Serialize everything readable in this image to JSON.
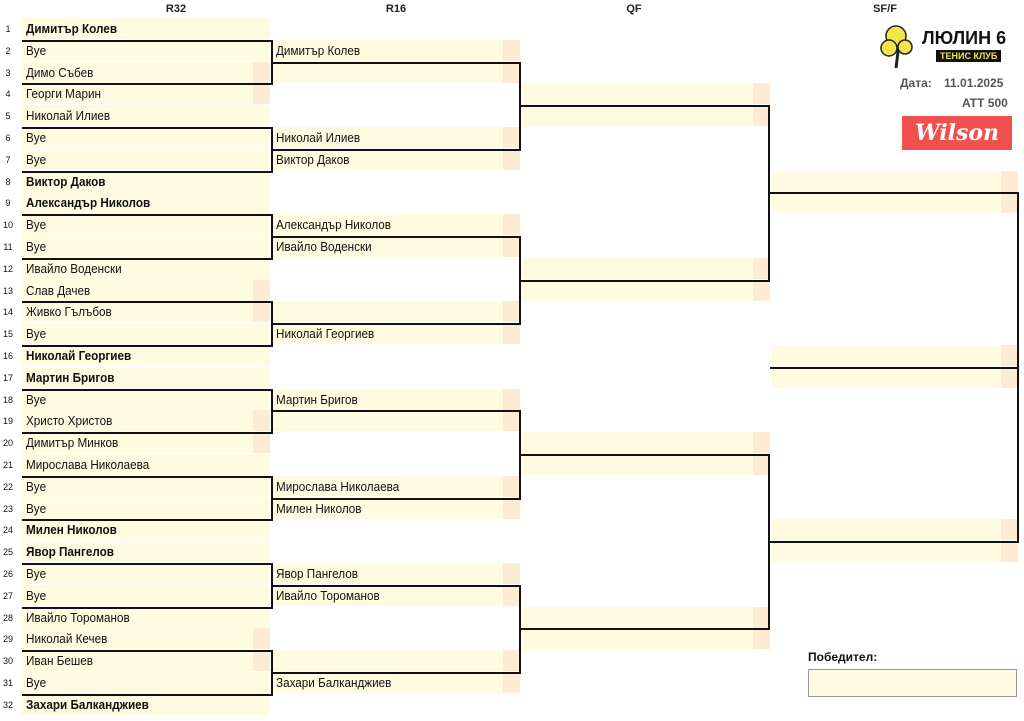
{
  "headers": {
    "r32": "R32",
    "r16": "R16",
    "qf": "QF",
    "sf": "SF/F"
  },
  "r32": [
    {
      "seed": "1",
      "name": "Димитър Колев",
      "bold": true
    },
    {
      "seed": "2",
      "name": "Bye"
    },
    {
      "seed": "3",
      "name": "Димо Събев"
    },
    {
      "seed": "4",
      "name": "Георги Марин"
    },
    {
      "seed": "5",
      "name": "Николай Илиев"
    },
    {
      "seed": "6",
      "name": "Bye"
    },
    {
      "seed": "7",
      "name": "Bye"
    },
    {
      "seed": "8",
      "name": "Виктор Даков",
      "bold": true
    },
    {
      "seed": "9",
      "name": "Александър Николов",
      "bold": true
    },
    {
      "seed": "10",
      "name": "Bye"
    },
    {
      "seed": "11",
      "name": "Bye"
    },
    {
      "seed": "12",
      "name": "Ивайло Воденски"
    },
    {
      "seed": "13",
      "name": "Слав Дачев"
    },
    {
      "seed": "14",
      "name": "Живко Гълъбов"
    },
    {
      "seed": "15",
      "name": "Bye"
    },
    {
      "seed": "16",
      "name": "Николай Георгиев",
      "bold": true
    },
    {
      "seed": "17",
      "name": "Мартин Бригов",
      "bold": true
    },
    {
      "seed": "18",
      "name": "Bye"
    },
    {
      "seed": "19",
      "name": "Христо Христов"
    },
    {
      "seed": "20",
      "name": "Димитър Минков"
    },
    {
      "seed": "21",
      "name": "Мирослава Николаева"
    },
    {
      "seed": "22",
      "name": "Bye"
    },
    {
      "seed": "23",
      "name": "Bye"
    },
    {
      "seed": "24",
      "name": "Милен Николов",
      "bold": true
    },
    {
      "seed": "25",
      "name": "Явор Пангелов",
      "bold": true
    },
    {
      "seed": "26",
      "name": "Bye"
    },
    {
      "seed": "27",
      "name": "Bye"
    },
    {
      "seed": "28",
      "name": "Ивайло Тороманов"
    },
    {
      "seed": "29",
      "name": "Николай Кечев"
    },
    {
      "seed": "30",
      "name": "Иван Бешев"
    },
    {
      "seed": "31",
      "name": "Bye"
    },
    {
      "seed": "32",
      "name": "Захари Балканджиев",
      "bold": true
    }
  ],
  "r16": [
    "Димитър Колев",
    "",
    "Николай Илиев",
    "Виктор Даков",
    "Александър Николов",
    "Ивайло Воденски",
    "",
    "Николай Георгиев",
    "Мартин Бригов",
    "",
    "Мирослава Николаева",
    "Милен Николов",
    "Явор Пангелов",
    "Ивайло Тороманов",
    "",
    "Захари Балканджиев"
  ],
  "qf": [
    "",
    "",
    "",
    "",
    "",
    "",
    "",
    ""
  ],
  "sf": [
    "",
    "",
    "",
    "",
    "",
    ""
  ],
  "club": {
    "name": "ЛЮЛИН 6",
    "subtitle": "ТЕНИС КЛУБ"
  },
  "date_label": "Дата:",
  "date": "11.01.2025",
  "tournament": "ATT 500",
  "sponsor": "Wilson",
  "winner_label": "Победител:",
  "winner": "",
  "colors": {
    "cell": "#fffbe0",
    "score": "#fdebd3",
    "wilson": "#f0504e"
  }
}
